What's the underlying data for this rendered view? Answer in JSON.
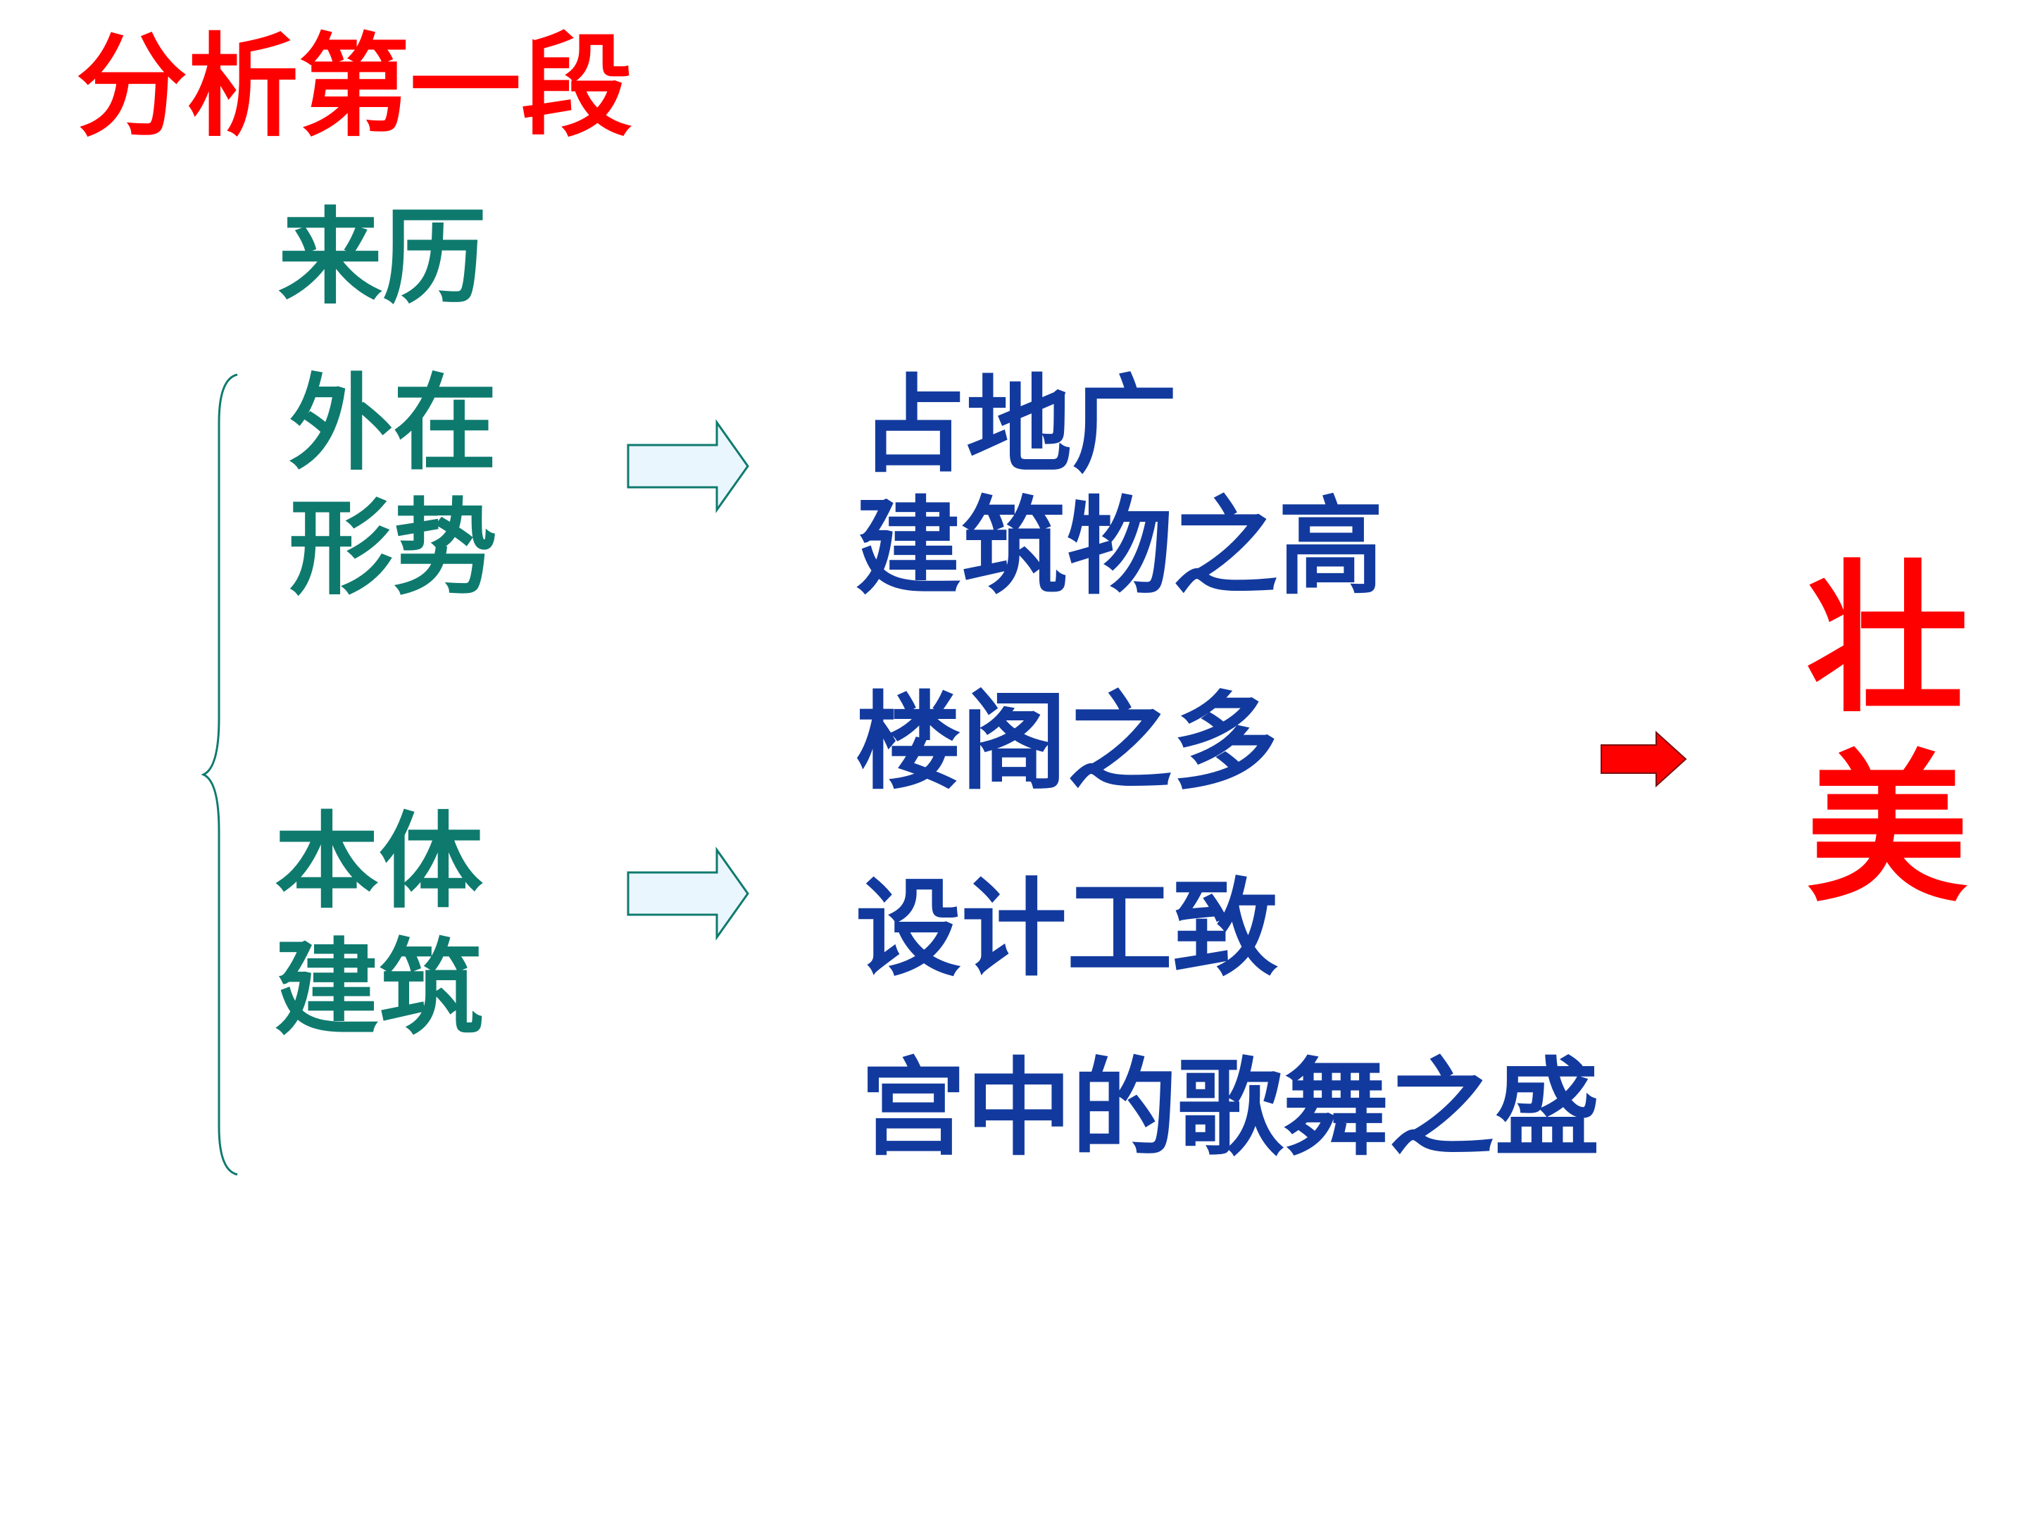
{
  "title": "分析第一段",
  "left": {
    "origin": "来历",
    "external_line1": "外在",
    "external_line2": "形势",
    "building_line1": "本体",
    "building_line2": "建筑"
  },
  "middle": {
    "item1": "占地广",
    "item2": "建筑物之高",
    "item3": "楼阁之多",
    "item4": "设计工致",
    "item5": "宫中的歌舞之盛"
  },
  "conclusion": {
    "char1": "壮",
    "char2": "美"
  },
  "colors": {
    "title": "#ff0000",
    "category": "#0e7a6e",
    "detail": "#123a9e",
    "conclusion": "#ff0000",
    "hollow_arrow_fill": "#eaf6fd",
    "hollow_arrow_stroke": "#0e7a6e",
    "solid_arrow": "#ff0000"
  }
}
